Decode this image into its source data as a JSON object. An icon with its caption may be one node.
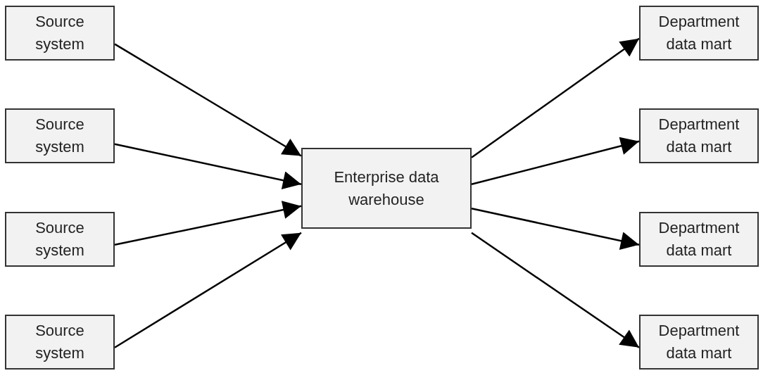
{
  "diagram": {
    "nodes": [
      {
        "text": [
          "Source system"
        ]
      },
      {
        "text": [
          "Source system"
        ]
      },
      {
        "text": [
          "Source system"
        ]
      },
      {
        "text": [
          "Source system"
        ]
      },
      {
        "text": [
          "Enterprise data warehouse"
        ]
      },
      {
        "text": [
          "Department data mart"
        ]
      },
      {
        "text": [
          "Department data mart"
        ]
      },
      {
        "text": [
          "Department data mart"
        ]
      },
      {
        "text": [
          "Department data mart"
        ]
      }
    ],
    "edges": [
      {
        "from": 0,
        "to": 4,
        "arrow": "to"
      },
      {
        "from": 1,
        "to": 4,
        "arrow": "to"
      },
      {
        "from": 2,
        "to": 4,
        "arrow": "to"
      },
      {
        "from": 3,
        "to": 4,
        "arrow": "to"
      },
      {
        "from": 4,
        "to": 5,
        "arrow": "to"
      },
      {
        "from": 4,
        "to": 6,
        "arrow": "to"
      },
      {
        "from": 4,
        "to": 7,
        "arrow": "to"
      },
      {
        "from": 4,
        "to": 8,
        "arrow": "to"
      }
    ]
  }
}
